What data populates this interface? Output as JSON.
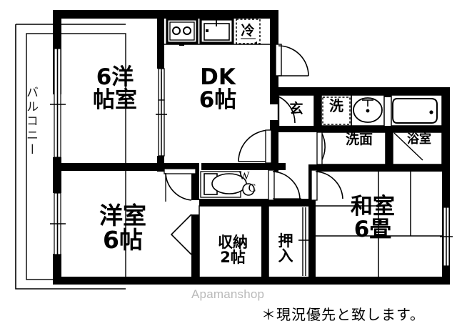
{
  "document": {
    "type": "floor-plan",
    "layout_type": "3DK",
    "watermark": "Apamanshop",
    "disclaimer": "＊現況優先と致します。"
  },
  "rooms": [
    {
      "id": "western-room-top",
      "name_lines": [
        "6洋",
        "帖室"
      ],
      "name": "洋室 6帖",
      "size": "6帖",
      "kind": "western"
    },
    {
      "id": "dining-kitchen",
      "name_lines": [
        "DK",
        "6帖"
      ],
      "name": "DK 6帖",
      "size": "6帖",
      "kind": "dining-kitchen"
    },
    {
      "id": "western-room-bottom",
      "name_lines": [
        "洋室",
        "6帖"
      ],
      "name": "洋室 6帖",
      "size": "6帖",
      "kind": "western"
    },
    {
      "id": "japanese-room",
      "name_lines": [
        "和室",
        "6畳"
      ],
      "name": "和室 6畳",
      "size": "6畳",
      "kind": "japanese-tatami"
    },
    {
      "id": "storage",
      "name_lines": [
        "収納",
        "2帖"
      ],
      "name": "収納 2帖",
      "size": "2帖",
      "kind": "storage"
    },
    {
      "id": "closet",
      "name_lines": [
        "押",
        "入"
      ],
      "name": "押入",
      "size": "",
      "kind": "closet"
    },
    {
      "id": "washroom",
      "name_lines": [
        "洗面"
      ],
      "name": "洗面",
      "size": "",
      "kind": "washroom"
    },
    {
      "id": "bathroom",
      "name_lines": [
        "浴室"
      ],
      "name": "浴室",
      "size": "",
      "kind": "bathroom"
    },
    {
      "id": "entrance",
      "name_lines": [
        "玄"
      ],
      "name": "玄",
      "size": "",
      "kind": "entrance"
    },
    {
      "id": "balcony",
      "name_lines": [
        "バルコニー"
      ],
      "name": "バルコニー",
      "size": "",
      "kind": "balcony"
    }
  ],
  "fixtures": {
    "stove": {
      "label": "",
      "burners": 2
    },
    "sink": {
      "label": ""
    },
    "refrigerator": {
      "label": "冷"
    },
    "washing_machine": {
      "label": "洗"
    },
    "vanity_basin": {
      "label": ""
    },
    "bathtub": {
      "label": ""
    },
    "toilet": {
      "label_w": "W",
      "label_c": "C",
      "label": "WC"
    }
  },
  "colors": {
    "wall": "#000000",
    "line": "#000000",
    "background": "#ffffff",
    "watermark": "#b9b9b9",
    "balcony_line": "#1a1a1a"
  }
}
